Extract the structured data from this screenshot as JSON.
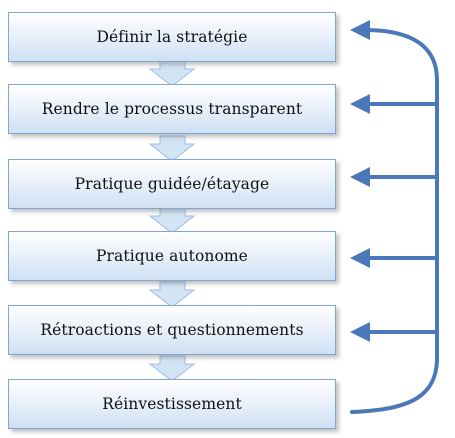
{
  "diagram": {
    "steps": [
      {
        "label": "Définir la stratégie"
      },
      {
        "label": "Rendre le processus transparent"
      },
      {
        "label": "Pratique guidée/étayage"
      },
      {
        "label": "Pratique autonome"
      },
      {
        "label": "Rétroactions et questionnements"
      },
      {
        "label": "Réinvestissement"
      }
    ],
    "colors": {
      "box_border": "#7ea7d8",
      "connector_arrow": "#cfe1f3",
      "feedback_arrow": "#4a78b8"
    },
    "icons": {
      "down_connector": "chevron-down-arrow",
      "feedback": "left-arrow"
    }
  }
}
